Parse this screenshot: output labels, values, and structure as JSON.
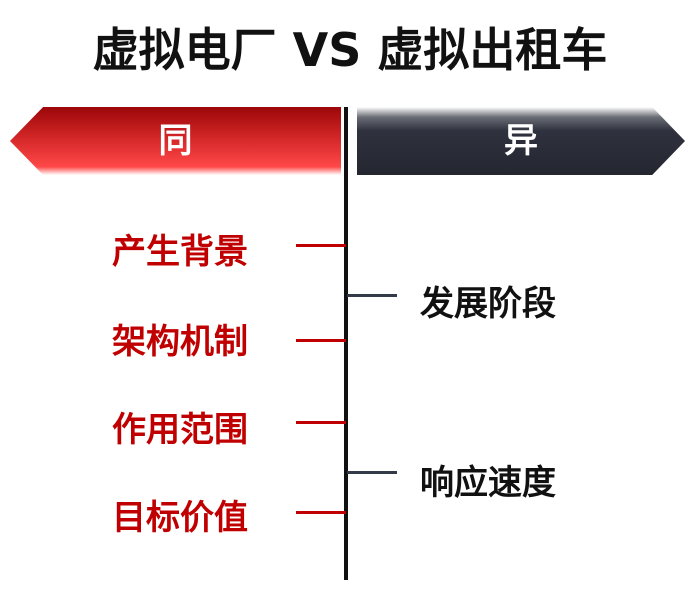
{
  "title": "虚拟电厂 VS 虚拟出租车",
  "left_header": "同",
  "right_header": "异",
  "similarities": [
    "产生背景",
    "架构机制",
    "作用范围",
    "目标价值"
  ],
  "differences": [
    "发展阶段",
    "响应速度"
  ],
  "colors": {
    "red": "#c00000",
    "dark": "#2f323e"
  }
}
